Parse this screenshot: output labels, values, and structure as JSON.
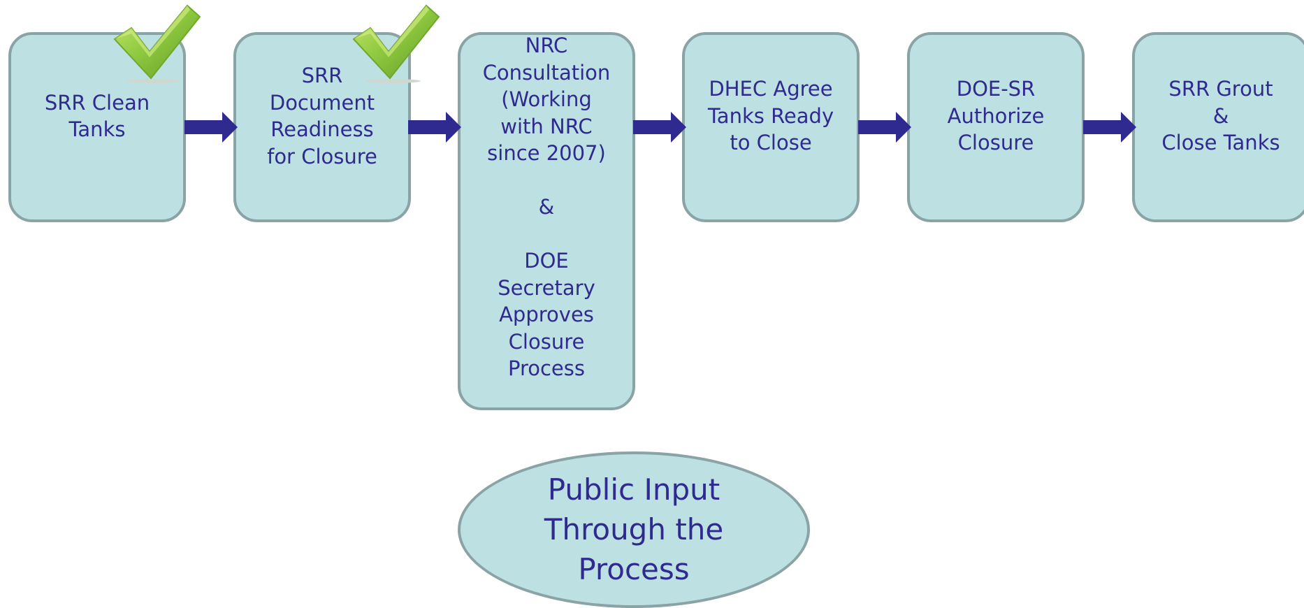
{
  "diagram": {
    "steps": [
      {
        "text": "SRR Clean\nTanks",
        "completed": true
      },
      {
        "text": "SRR\nDocument\nReadiness\nfor Closure",
        "completed": true
      },
      {
        "text": "NRC\nConsultation\n(Working\nwith NRC\nsince 2007)\n\n&\n\nDOE\nSecretary\nApproves\nClosure\nProcess",
        "completed": false
      },
      {
        "text": "DHEC Agree\nTanks Ready\nto Close",
        "completed": false
      },
      {
        "text": "DOE-SR\nAuthorize\nClosure",
        "completed": false
      },
      {
        "text": "SRR Grout\n&\nClose Tanks",
        "completed": false
      }
    ],
    "public_input": "Public Input\nThrough the\nProcess"
  },
  "colors": {
    "box_fill": "#bde0e3",
    "box_border": "#8aa3a5",
    "text": "#2e2a8f",
    "arrow": "#2e2a8f",
    "check": "#8cc63f"
  },
  "icons": {
    "arrow": "right-arrow-icon",
    "check": "checkmark-icon"
  }
}
